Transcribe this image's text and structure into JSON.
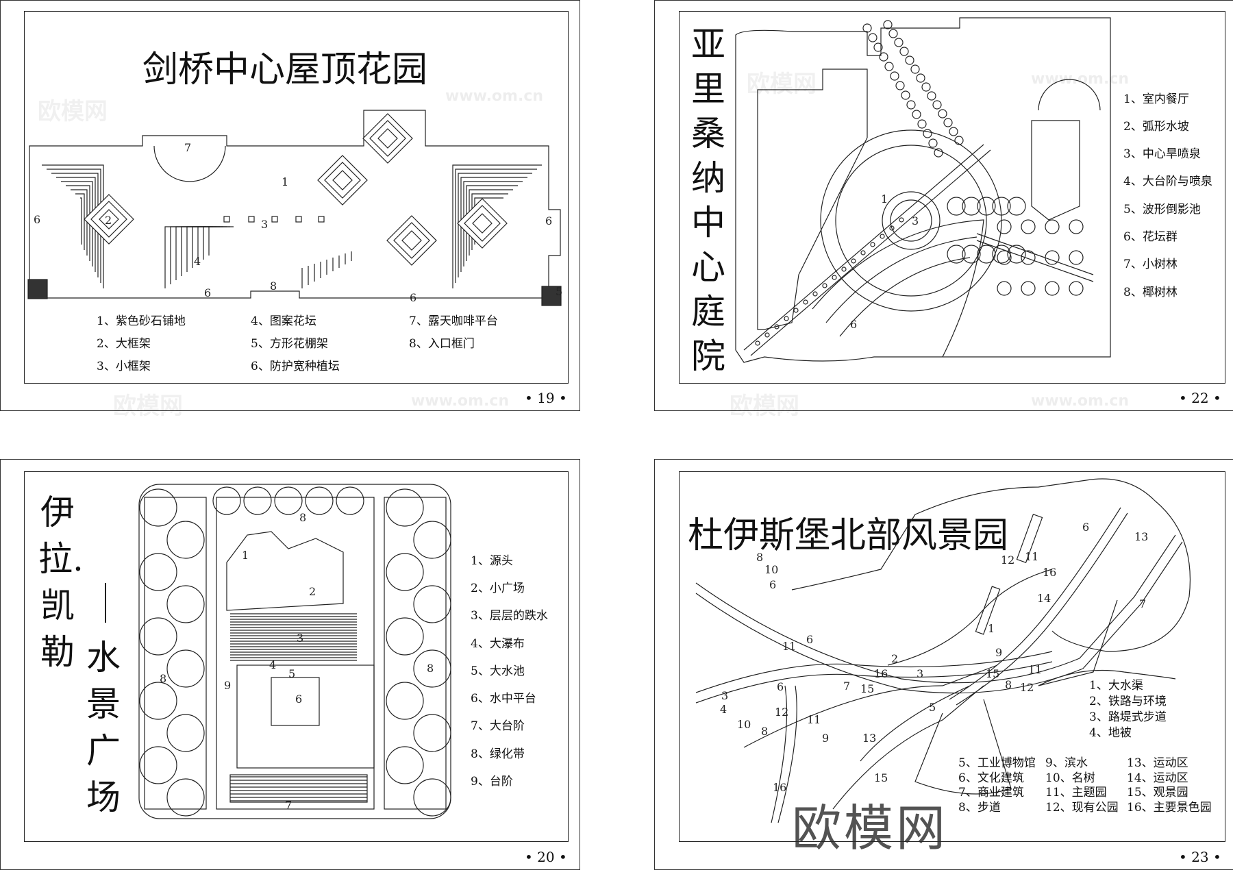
{
  "watermark": {
    "logo": "欧模网",
    "url": "www.om.cn"
  },
  "panels": {
    "tl": {
      "title": "剑桥中心屋顶花园",
      "page": "• 19 •",
      "legend": [
        "1、紫色砂石铺地",
        "2、大框架",
        "3、小框架",
        "4、图案花坛",
        "5、方形花棚架",
        "6、防护宽种植坛",
        "7、露天咖啡平台",
        "8、入口框门"
      ],
      "labels": [
        "7",
        "1",
        "2",
        "3",
        "6",
        "6",
        "4",
        "8",
        "6",
        "6",
        "5"
      ]
    },
    "tr": {
      "title": [
        "亚",
        "里",
        "桑",
        "纳",
        "中",
        "心",
        "庭",
        "院"
      ],
      "page": "• 22 •",
      "legend": [
        "1、室内餐厅",
        "2、弧形水坡",
        "3、中心旱喷泉",
        "4、大台阶与喷泉",
        "5、波形倒影池",
        "6、花坛群",
        "7、小树林",
        "8、椰树林"
      ],
      "labels": [
        "1",
        "3",
        "6"
      ]
    },
    "bl": {
      "title_a": [
        "伊",
        "拉.",
        "凯",
        "勒"
      ],
      "title_b": [
        "水",
        "景",
        "广",
        "场"
      ],
      "page": "• 20 •",
      "legend": [
        "1、源头",
        "2、小广场",
        "3、层层的跌水",
        "4、大瀑布",
        "5、大水池",
        "6、水中平台",
        "7、大台阶",
        "8、绿化带",
        "9、台阶"
      ],
      "labels": [
        "8",
        "1",
        "2",
        "3",
        "4",
        "5",
        "6",
        "7",
        "8",
        "8",
        "9"
      ]
    },
    "br": {
      "title": "杜伊斯堡北部风景园",
      "page": "• 23 •",
      "legend_a": [
        "1、大水渠",
        "2、铁路与环境",
        "3、路堤式步道",
        "4、地被"
      ],
      "legend_b": [
        [
          "5、工业博物馆",
          "6、文化建筑",
          "7、商业建筑",
          "8、步道"
        ],
        [
          "9、滨水",
          "10、名树",
          "11、主题园",
          "12、现有公园"
        ],
        [
          "13、运动区",
          "14、运动区",
          "15、观景园",
          "16、主要景色园"
        ]
      ],
      "labels": [
        "6",
        "13",
        "12",
        "11",
        "16",
        "7",
        "14",
        "8",
        "10",
        "6",
        "11",
        "6",
        "1",
        "2",
        "3",
        "16",
        "6",
        "7",
        "15",
        "13",
        "15",
        "11",
        "12",
        "8",
        "9",
        "3",
        "4",
        "10",
        "8",
        "9",
        "12",
        "11",
        "5",
        "16",
        "15"
      ]
    }
  }
}
